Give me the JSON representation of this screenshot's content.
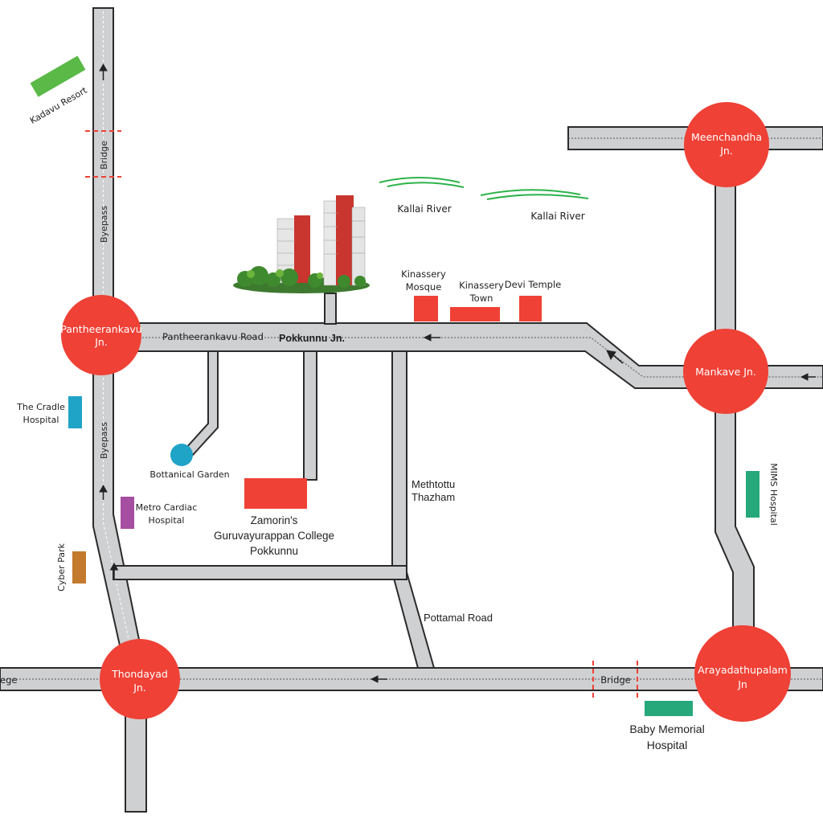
{
  "colors": {
    "road_fill": "#cfd0d2",
    "road_edge": "#2b2b2b",
    "junction": "#ef4136",
    "resort": "#5bb947",
    "river": "#2db34a",
    "landmark_red": "#ef4136",
    "cradle_hospital": "#1fa3c7",
    "botanical_garden": "#1fa3c7",
    "metro_cardiac": "#a54ea2",
    "cyber_park": "#c47a2c",
    "mims_hospital": "#26a87a",
    "baby_memorial": "#26a87a"
  },
  "junctions": {
    "meenchandha": "Meenchandha\nJn.",
    "pantheerankavu": "Pantheerankavu\nJn.",
    "mankave": "Mankave Jn.",
    "thondayad": "Thondayad\nJn.",
    "arayadathupalam": "Arayadathupalam\nJn"
  },
  "roads": {
    "pantheerankavu_road": "Pantheerankavu Road",
    "pokkunnu_jn": "Pokkunnu Jn.",
    "byepass_top": "Byepass",
    "byepass_lower": "Byepass",
    "bridge_top": "Bridge",
    "bridge_bottom": "Bridge",
    "methtottu_thazham": "Methtottu\nThazham",
    "pottamal_road": "Pottamal Road",
    "left_edge": "ege"
  },
  "landmarks": {
    "kadavu_resort": "Kadavu Resort",
    "kallai_river_1": "Kallai River",
    "kallai_river_2": "Kallai River",
    "kinassery_mosque": "Kinassery\nMosque",
    "kinassery_town": "Kinassery\nTown",
    "devi_temple": "Devi Temple",
    "cradle_hospital": "The Cradle\nHospital",
    "botanical_garden": "Bottanical Garden",
    "metro_cardiac": "Metro Cardiac\nHospital",
    "cyber_park": "Cyber Park",
    "zamorins_college": "Zamorin's\nGuruvayurappan College\nPokkunnu",
    "mims_hospital": "MIMS Hospital",
    "baby_memorial": "Baby Memorial\nHospital"
  },
  "icons": {
    "project": "apartment-towers-icon",
    "direction_arrow": "arrow-icon"
  }
}
